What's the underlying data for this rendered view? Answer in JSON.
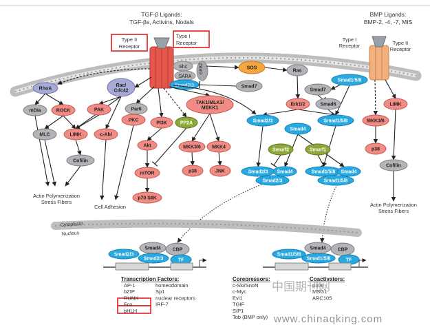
{
  "tgf_ligands": {
    "line1": "TGF-β Ligands:",
    "line2": "TGF-βs, Activins, Nodals"
  },
  "bmp_ligands": {
    "line1": "BMP Ligands:",
    "line2": "BMP-2, -4, -7, MIS"
  },
  "type_ii_receptor_left": [
    "Type II",
    "Receptor"
  ],
  "type_i_receptor_left": [
    "Type I",
    "Receptor"
  ],
  "type_i_receptor_right": [
    "Type I",
    "Receptor"
  ],
  "type_ii_receptor_right": [
    "Type II",
    "Receptor"
  ],
  "membrane_complex": {
    "shc": "Shc",
    "sara": "SARA",
    "smad23": "Smad2/3",
    "grb2": "GRB2"
  },
  "nodes": {
    "rhoa": "RhoA",
    "rac": [
      "Rac/",
      "Cdc42"
    ],
    "mdia": "mDia",
    "rock": "ROCK",
    "pak": "PAK",
    "par6": "Par6",
    "pkc": "PKC",
    "mlc": "MLC",
    "limk_left": "LIMK",
    "cabl": "c-Abl",
    "cofilin_left": "Cofilin",
    "pi3k": "PI3K",
    "pp2a": "PP2A",
    "tak": [
      "TAK1/MLK3/",
      "MEKK1"
    ],
    "akt": "Akt",
    "mtor": "mTOR",
    "p70s6k": "p70 S6K",
    "mkk36_left": "MKK3/6",
    "mkk4": "MKK4",
    "p38_left": "p38",
    "jnk": "JNK",
    "sos": "SOS",
    "ras": "Ras",
    "smad7_left": "Smad7",
    "smad7_right": "Smad7",
    "erk": "Erk1/2",
    "smad6": "Smad6",
    "smad23_mid": "Smad2/3",
    "smad158_mid": "Smad1/5/8",
    "smad4_mid": "Smad4",
    "smurf2": "Smurf2",
    "smurf1": "Smurf1",
    "complex_left_a": "Smad2/3",
    "complex_left_b": "Smad4",
    "complex_left_c": "Smad2/3",
    "complex_right_a": "Smad1/5/8",
    "complex_right_b": "Smad4",
    "complex_right_c": "Smad1/5/8",
    "smad158_receptor": "Smad1/5/8",
    "limk_right": "LIMK",
    "mkk36_right": "MKK3/6",
    "p38_right": "p38",
    "cofilin_right": "Cofilin"
  },
  "outputs": {
    "actin_left": [
      "Actin Polymerization",
      "Stress Fibers"
    ],
    "cell_adhesion": "Cell Adhesion",
    "actin_right": [
      "Actin Polymerization",
      "Stress Fibers"
    ]
  },
  "compartments": {
    "cytoplasm": "Cytoplasm",
    "nucleus": "Nucleus"
  },
  "nuclear_left": {
    "smad4": "Smad4",
    "cbp": "CBP",
    "smad23_a": "Smad2/3",
    "smad23_b": "Smad2/3",
    "tf": "TF"
  },
  "nuclear_right": {
    "smad4": "Smad4",
    "cbp": "CBP",
    "smad158_a": "Smad1/5/8",
    "smad158_b": "Smad1/5/8",
    "tf": "TF"
  },
  "transcription_factors": {
    "heading": "Transcription Factors:",
    "col1": [
      "AP-1",
      "bZIP",
      "RUNX",
      "Fox",
      "bHLH"
    ],
    "col2": [
      "homeodomain",
      "Sp1",
      "nuclear receptors",
      "IRF-7"
    ]
  },
  "corepressors": {
    "heading": "Corepressors:",
    "items": [
      "c-Ski/SnoN",
      "c-Myc",
      "Evi1",
      "TGIF",
      "SIP1",
      "Tob (BMP only)"
    ]
  },
  "coactivators": {
    "heading": "Coactivators:",
    "items": [
      "p300",
      "MSG1",
      "ARC105"
    ]
  },
  "watermark": {
    "cn": "中国期刊网",
    "url": "www.chinaqking.com"
  },
  "colors": {
    "red_node": "#f08c84",
    "gray_node": "#b4b4b8",
    "blue_node": "#29a9df",
    "green_node": "#8ea83a",
    "purple_node": "#a8aad6",
    "receptor_red": "#e5564c",
    "receptor_tan": "#f2b07f",
    "orange_node": "#f6a63e",
    "highlight": "#e02020"
  }
}
